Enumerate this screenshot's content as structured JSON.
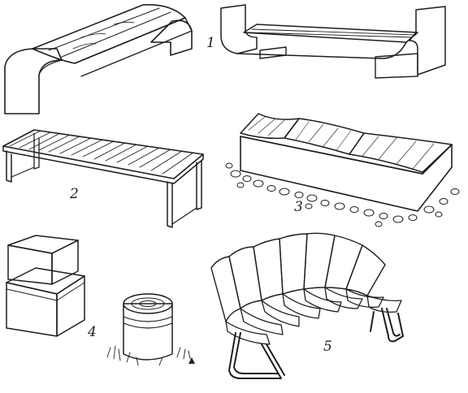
{
  "figure": {
    "labels": {
      "bench_1": "1",
      "bench_2": "2",
      "bench_3": "3",
      "stools_4": "4",
      "bench_5": "5"
    },
    "colors": {
      "ink": "#1e1e1e",
      "paper": "#ffffff"
    }
  }
}
